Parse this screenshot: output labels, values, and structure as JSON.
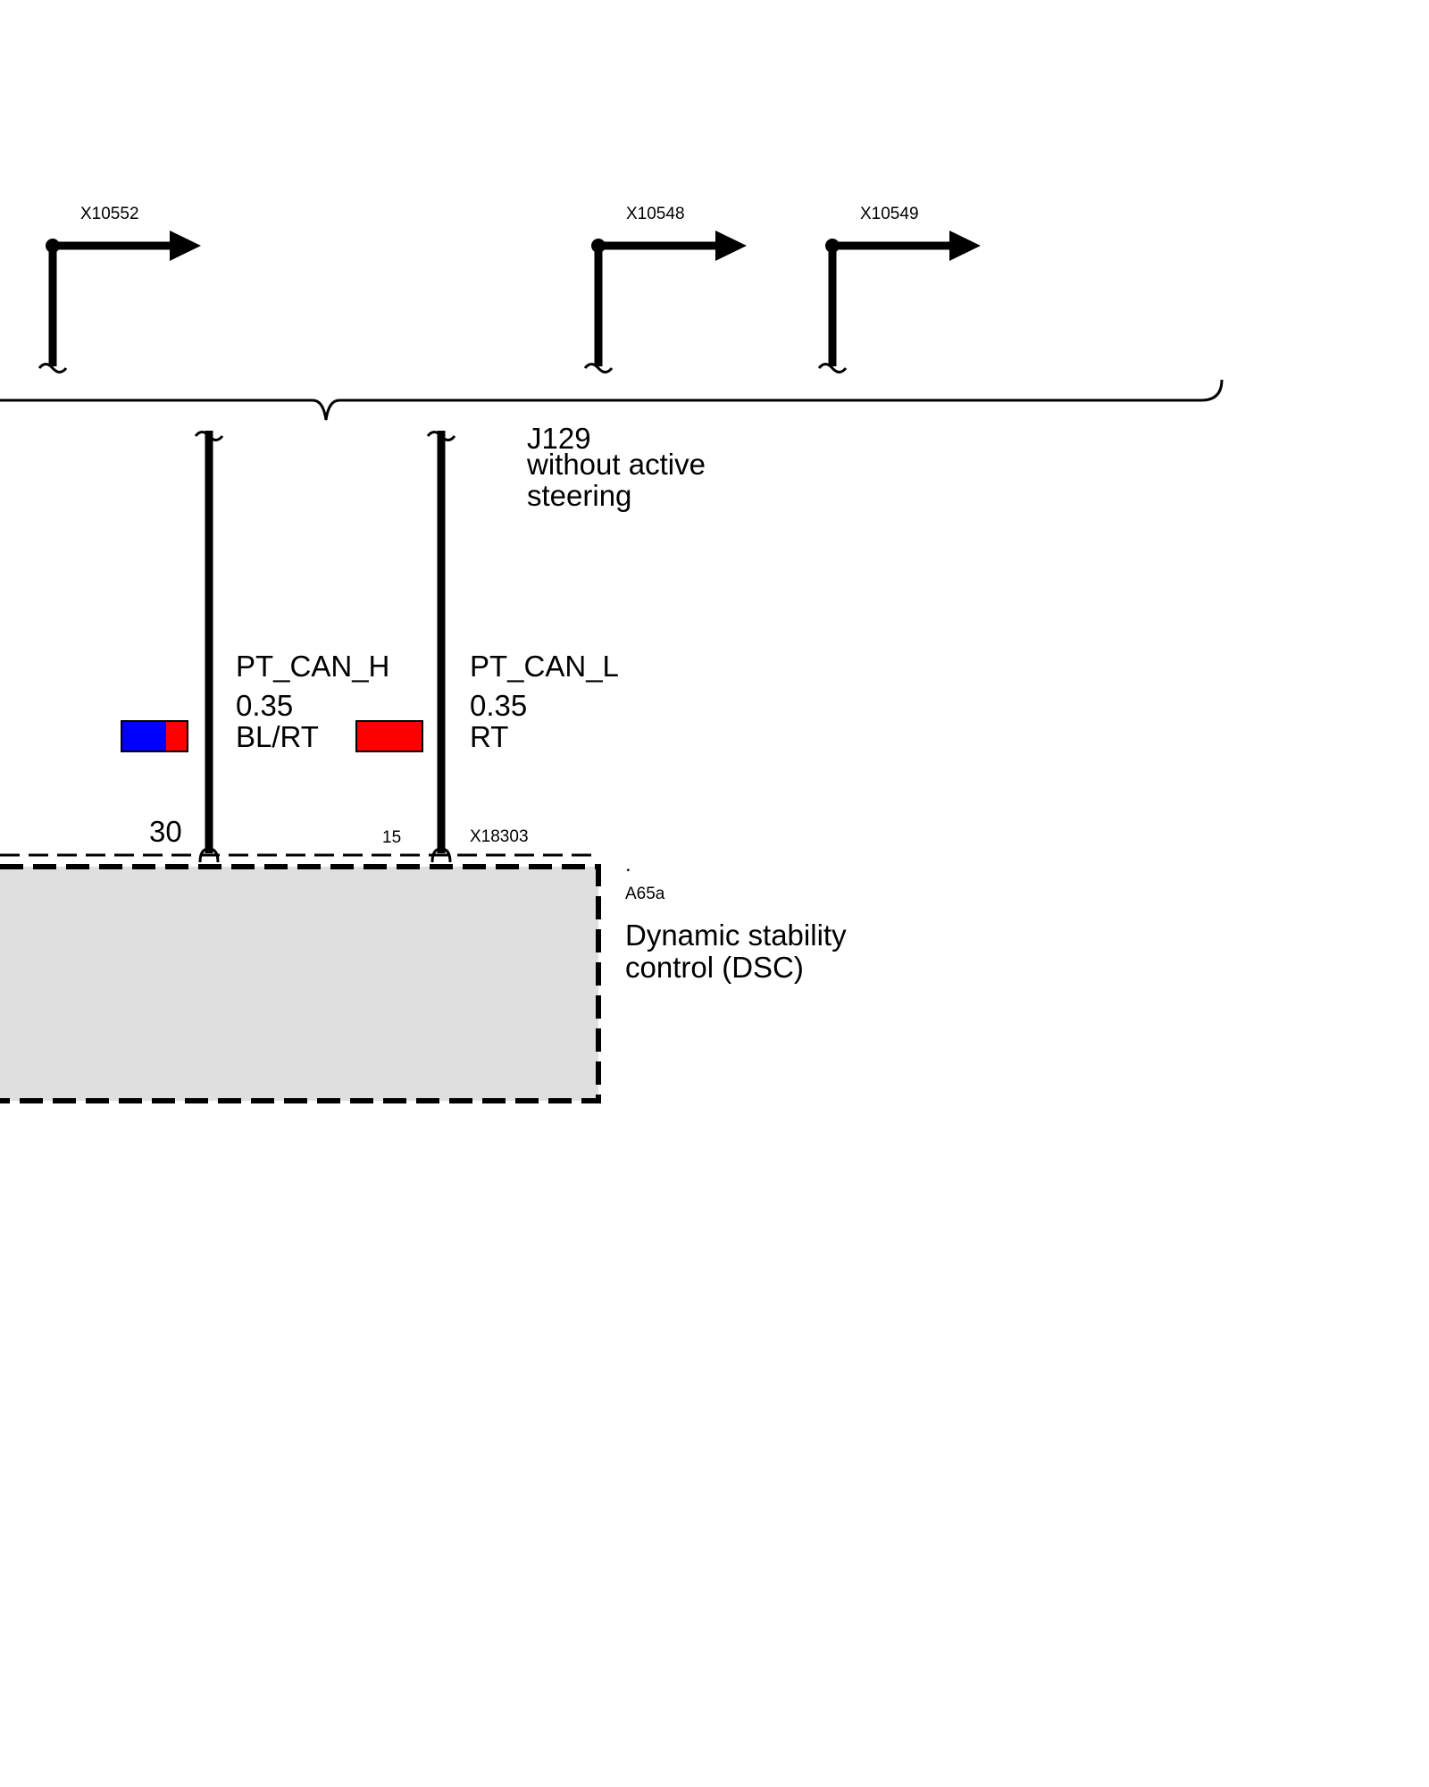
{
  "connectors_top": [
    {
      "id": "X10552"
    },
    {
      "id": "X10548"
    },
    {
      "id": "X10549"
    }
  ],
  "harness_note": {
    "line1": "J129",
    "line2": "without active",
    "line3": "steering"
  },
  "wires": [
    {
      "signal": "PT_CAN_H",
      "gauge": "0.35",
      "color_code": "BL/RT",
      "swatch_colors": [
        "#0000ff",
        "#ff0000"
      ],
      "pin": "30"
    },
    {
      "signal": "PT_CAN_L",
      "gauge": "0.35",
      "color_code": "RT",
      "swatch_colors": [
        "#ff0000"
      ],
      "pin": "15"
    }
  ],
  "module": {
    "connector": "X18303",
    "dot": ".",
    "id": "A65a",
    "name_line1": "Dynamic stability",
    "name_line2": "control (DSC)",
    "fill_color": "#dfdfdf"
  }
}
